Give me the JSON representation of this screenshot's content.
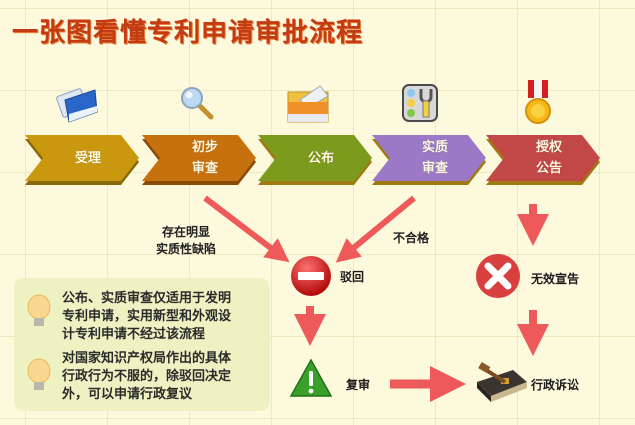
{
  "title": "一张图看懂专利申请审批流程",
  "colors": {
    "title": "#c43a12",
    "background": "#fdf9dc",
    "arrow": "#ee5a5a",
    "info_box": "#eef2c2"
  },
  "steps": [
    {
      "lines": [
        "受理"
      ],
      "color": "#c9980f",
      "icon": "folder-document-icon"
    },
    {
      "lines": [
        "初步",
        "审查"
      ],
      "color": "#c7700e",
      "icon": "magnifier-icon"
    },
    {
      "lines": [
        "公布"
      ],
      "color": "#7b9a1e",
      "icon": "open-folder-icon"
    },
    {
      "lines": [
        "实质",
        "审查"
      ],
      "color": "#9c79c7",
      "icon": "settings-panel-icon"
    },
    {
      "lines": [
        "授权",
        "公告"
      ],
      "color": "#c24848",
      "icon": "medal-icon"
    }
  ],
  "branches": {
    "preliminary_fail": [
      "存在明显",
      "实质性缺陷"
    ],
    "substantive_fail": "不合格",
    "reject": "驳回",
    "invalid": "无效宣告",
    "reexam": "复审",
    "litigation": "行政诉讼"
  },
  "notes": [
    {
      "icon": "lightbulb-icon",
      "lines": [
        "公布、实质审查仅适用于发明",
        "专利申请，实用新型和外观设",
        "计专利申请不经过该流程"
      ]
    },
    {
      "icon": "lightbulb-icon",
      "lines": [
        "对国家知识产权局作出的具体",
        "行政行为不服的，除驳回决定",
        "外，可以申请行政复议"
      ]
    }
  ]
}
